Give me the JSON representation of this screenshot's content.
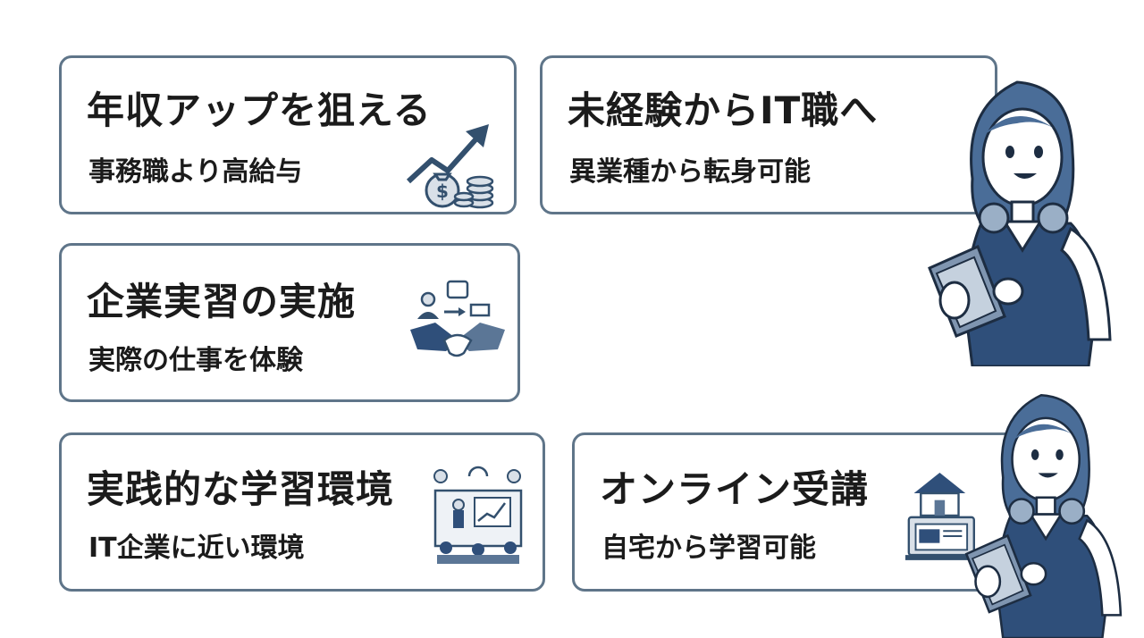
{
  "cards": [
    {
      "title": "年収アップを狙える",
      "subtitle": "事務職より高給与",
      "icon": "money-growth-icon"
    },
    {
      "title": "未経験からIT職へ",
      "subtitle": "異業種から転身可能",
      "icon": ""
    },
    {
      "title": "企業実習の実施",
      "subtitle": "実際の仕事を体験",
      "icon": "handshake-icon"
    },
    {
      "title": "実践的な学習環境",
      "subtitle": "IT企業に近い環境",
      "icon": "training-room-icon"
    },
    {
      "title": "オンライン受講",
      "subtitle": "自宅から学習可能",
      "icon": "home-laptop-icon"
    }
  ],
  "colors": {
    "border": "#5f7589",
    "navy": "#2f4f7a",
    "text": "#1b1b1b"
  }
}
